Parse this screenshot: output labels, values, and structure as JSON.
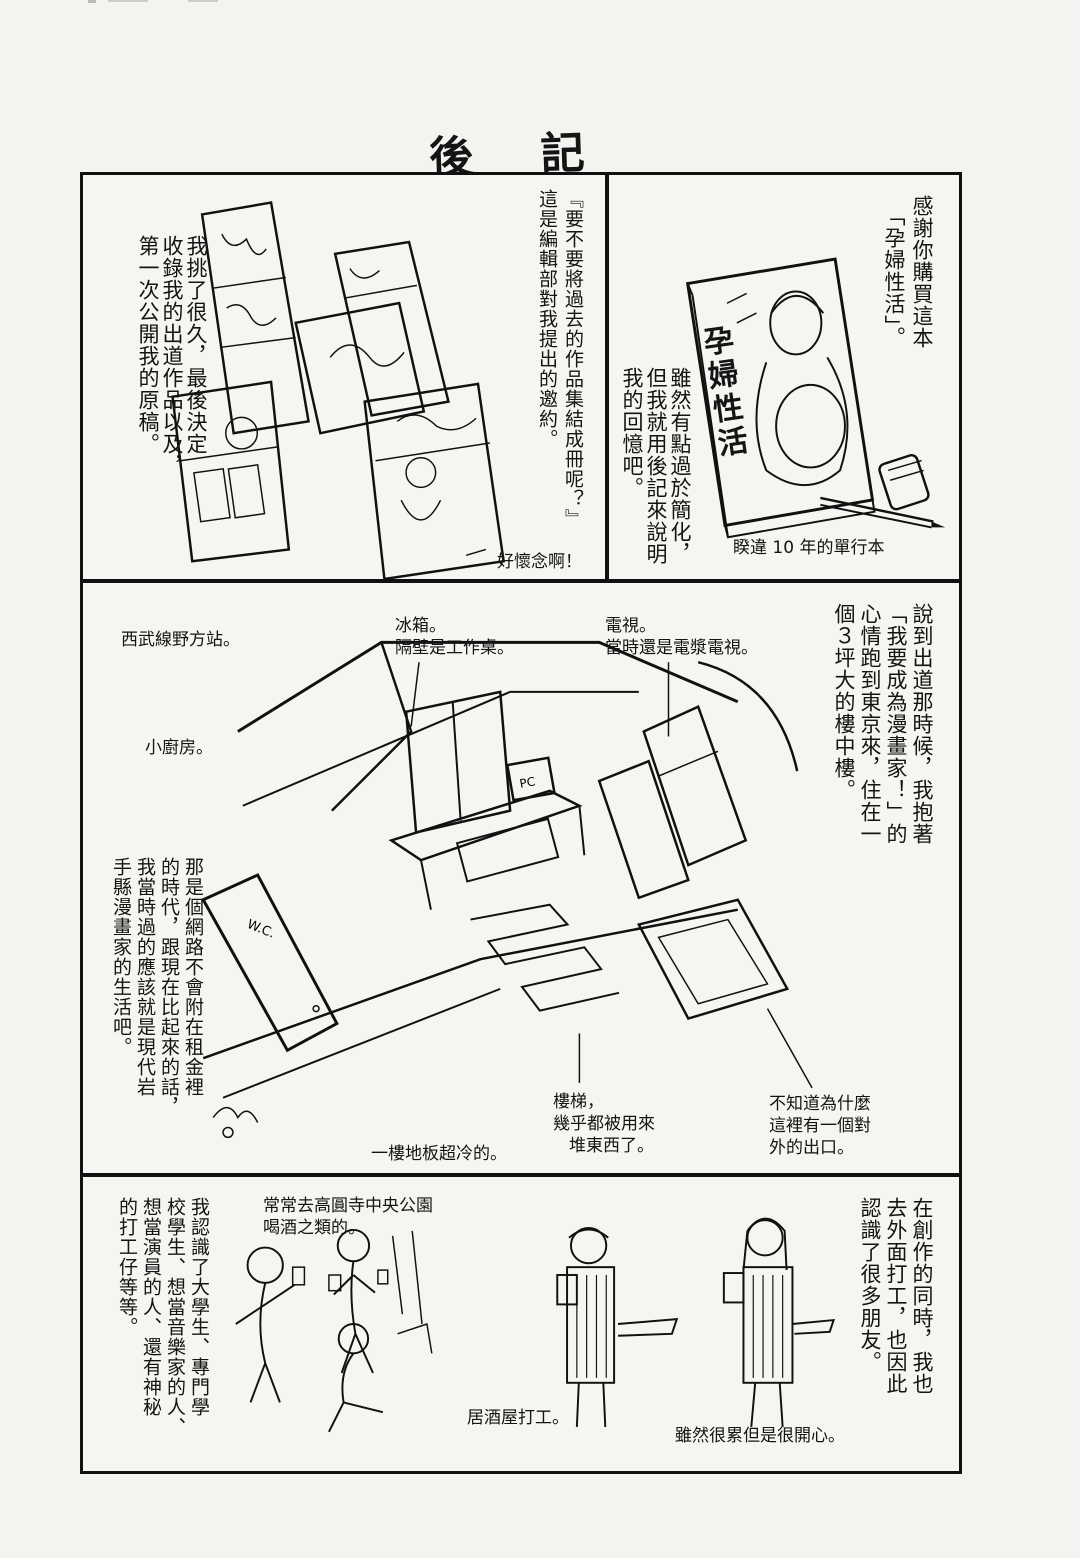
{
  "page_title": "後 記",
  "panel1": {
    "intro_line1": "感謝你購買這本",
    "intro_line2": "「孕婦性活」。",
    "book_cover_title": "孕婦性活",
    "note_line1": "雖然有點過於簡化，",
    "note_line2": "但我就用後記來說明",
    "note_line3": "我的回憶吧。",
    "caption": "睽違 10 年的單行本"
  },
  "panel2": {
    "offer_line1": "『要不要將過去的作品集結成冊呢？』",
    "offer_line2": "這是編輯部對我提出的邀約。",
    "choice_line1": "我挑了很久，最後決定",
    "choice_line2": "收錄我的出道作品以及，",
    "choice_line3": "第一次公開我的原稿。",
    "nostalgic": "好懷念啊！"
  },
  "panel3": {
    "story_line1": "說到出道那時候，我抱著",
    "story_line2": "「我要成為漫畫家！」的",
    "story_line3": "心情跑到東京來，住在一",
    "story_line4": "個３坪大的樓中樓。",
    "station": "西武線野方站。",
    "fridge_line1": "冰箱。",
    "fridge_line2": "隔壁是工作桌。",
    "tv_line1": "電視。",
    "tv_line2": "當時還是電漿電視。",
    "kitchen": "小廚房。",
    "era_line1": "那是個網路不會附在租金裡",
    "era_line2": "的時代，跟現在比起來的話，",
    "era_line3": "我當時過的應該就是現代岩",
    "era_line4": "手縣漫畫家的生活吧。",
    "stairs_line1": "樓梯，",
    "stairs_line2": "幾乎都被用來",
    "stairs_line3": "堆東西了。",
    "exit_line1": "不知道為什麼",
    "exit_line2": "這裡有一個對",
    "exit_line3": "外的出口。",
    "floor": "一樓地板超冷的。",
    "door_label": "W.C.",
    "pc_label": "PC"
  },
  "panel4": {
    "work_line1": "在創作的同時，我也",
    "work_line2": "去外面打工，也因此",
    "work_line3": "認識了很多朋友。",
    "park_line1": "常常去高圓寺中央公園",
    "park_line2": "喝酒之類的。",
    "izakaya": "居酒屋打工。",
    "tired": "雖然很累但是很開心。",
    "friends_line1": "我認識了大學生、專門學",
    "friends_line2": "校學生、想當音樂家的人、",
    "friends_line3": "想當演員的人、還有神秘",
    "friends_line4": "的打工仔等等。"
  }
}
